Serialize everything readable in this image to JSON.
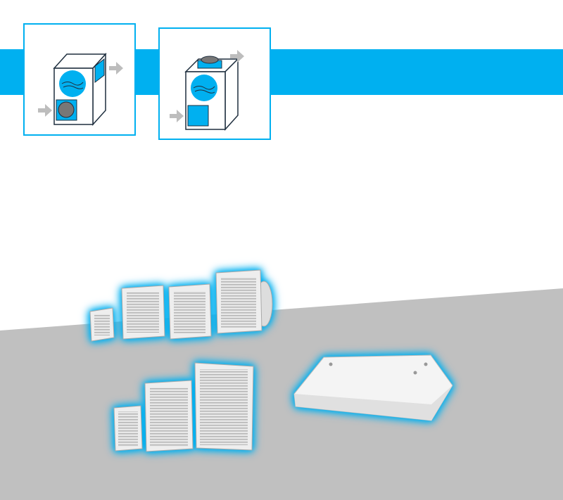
{
  "colors": {
    "accent": "#00b0f0",
    "floor": "#c0c0c0",
    "arrow": "#bdbdbd",
    "outline": "#1f2f3f"
  },
  "icons": [
    "side-exhaust-cabinet-icon",
    "roof-exhaust-cabinet-icon"
  ],
  "products": [
    "filter-fan-set-upper",
    "filter-fan-set-lower",
    "roof-fan-unit"
  ]
}
